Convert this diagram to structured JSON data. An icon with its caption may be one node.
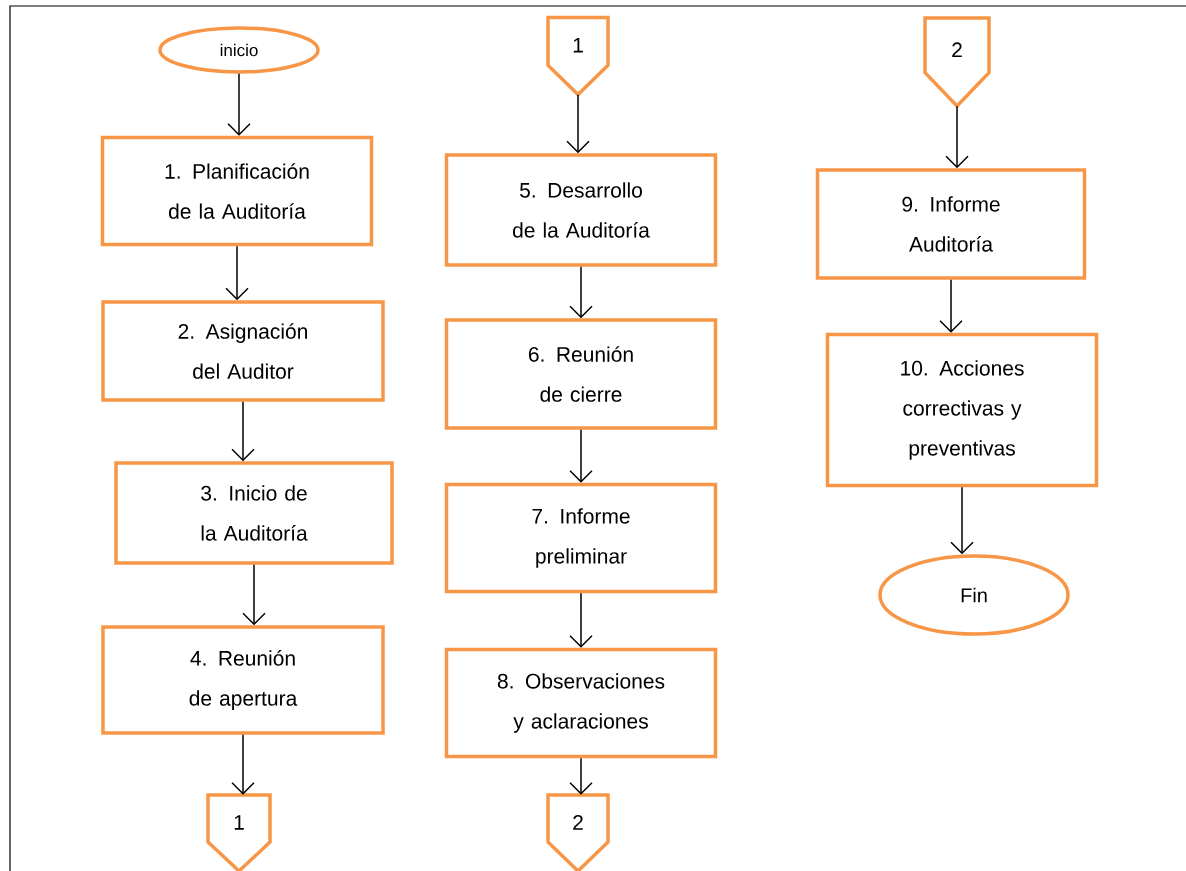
{
  "diagram": {
    "nodes": [
      {
        "text": [
          "inicio"
        ]
      },
      {
        "text": [
          "1. Planificación de la Auditoría"
        ]
      },
      {
        "text": [
          "2. Asignación del Auditor"
        ]
      },
      {
        "text": [
          "3. Inicio de la Auditoría"
        ]
      },
      {
        "text": [
          "4. Reunión de apertura"
        ]
      },
      {
        "text": [
          "1"
        ]
      },
      {
        "text": [
          "1"
        ]
      },
      {
        "text": [
          "5. Desarrollo de la Auditoría"
        ]
      },
      {
        "text": [
          "6. Reunión de cierre"
        ]
      },
      {
        "text": [
          "7. Informe preliminar"
        ]
      },
      {
        "text": [
          "8. Observaciones y aclaraciones"
        ]
      },
      {
        "text": [
          "2"
        ]
      },
      {
        "text": [
          "2"
        ]
      },
      {
        "text": [
          "9. Informe Auditoría"
        ]
      },
      {
        "text": [
          "10. Acciones correctivas y preventivas"
        ]
      },
      {
        "text": [
          "Fin"
        ]
      }
    ],
    "edges": [
      {
        "from": 0,
        "to": 1,
        "arrow": "to"
      },
      {
        "from": 1,
        "to": 2,
        "arrow": "to"
      },
      {
        "from": 2,
        "to": 3,
        "arrow": "to"
      },
      {
        "from": 3,
        "to": 4,
        "arrow": "to"
      },
      {
        "from": 4,
        "to": 5,
        "arrow": "to"
      },
      {
        "from": 6,
        "to": 7,
        "arrow": "to"
      },
      {
        "from": 7,
        "to": 8,
        "arrow": "to"
      },
      {
        "from": 8,
        "to": 9,
        "arrow": "to"
      },
      {
        "from": 9,
        "to": 10,
        "arrow": "to"
      },
      {
        "from": 10,
        "to": 11,
        "arrow": "to"
      },
      {
        "from": 12,
        "to": 13,
        "arrow": "to"
      },
      {
        "from": 13,
        "to": 14,
        "arrow": "to"
      },
      {
        "from": 14,
        "to": 15,
        "arrow": "to"
      }
    ]
  }
}
